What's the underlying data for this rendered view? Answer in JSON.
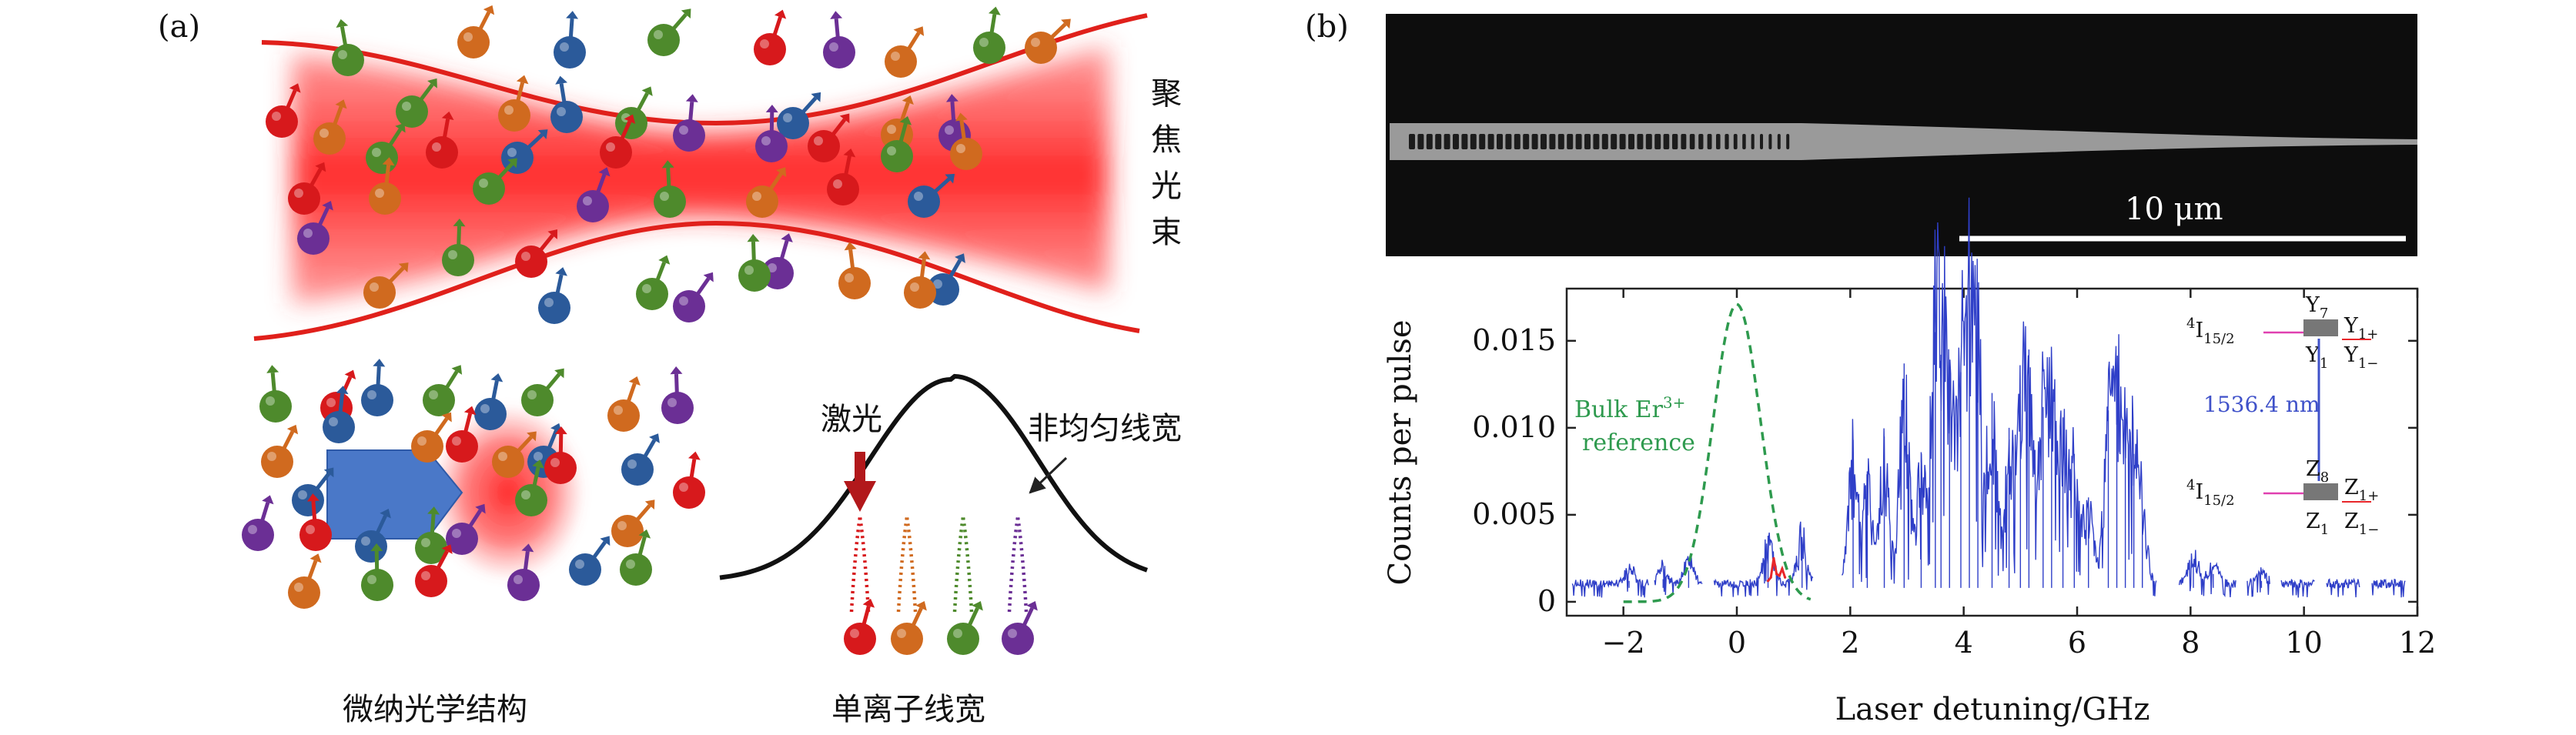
{
  "panel_a": {
    "label": "(a)",
    "beam_label": [
      "聚",
      "焦",
      "光",
      "束"
    ],
    "structure_caption": "微纳光学结构",
    "laser_label": "激光",
    "inhomogeneous_label": "非均匀线宽",
    "single_ion_caption": "单离子线宽",
    "colors": {
      "red": "#d7191c",
      "orange": "#d06a1f",
      "green": "#4e8a2c",
      "blue": "#2b5a9a",
      "purple": "#6b2f95",
      "waveguide": "#4a78c8",
      "beam": "#e0201b",
      "arrow": "#b2181b"
    }
  },
  "panel_b": {
    "label": "(b)",
    "scale_bar_label": "10 μm",
    "spectrum": {
      "xlabel": "Laser detuning/GHz",
      "ylabel": "Counts per pulse",
      "bulk_label_line1": "Bulk Er",
      "bulk_label_sup": "3+",
      "bulk_label_line2": "reference",
      "wavelength": "1536.4 nm",
      "upper_level": {
        "sup": "4",
        "base": "I",
        "sub": "15/2"
      },
      "lower_level": {
        "sup": "4",
        "base": "I",
        "sub": "15/2"
      },
      "upper_states": [
        {
          "base": "Y",
          "sub": "7",
          "suffix": ""
        },
        {
          "base": "Y",
          "sub": "1+",
          "suffix": ""
        },
        {
          "base": "Y",
          "sub": "1",
          "suffix": ""
        },
        {
          "base": "Y",
          "sub": "1−",
          "suffix": ""
        }
      ],
      "lower_states": [
        {
          "base": "Z",
          "sub": "8",
          "suffix": ""
        },
        {
          "base": "Z",
          "sub": "1+",
          "suffix": ""
        },
        {
          "base": "Z",
          "sub": "1",
          "suffix": ""
        },
        {
          "base": "Z",
          "sub": "1−",
          "suffix": ""
        }
      ],
      "colors": {
        "data": "#2f3fc8",
        "highlight": "#e8262a",
        "reference": "#2e9a4e",
        "level_link": "#3f51c9",
        "level_accent": "#e040b0"
      }
    }
  },
  "chart_data": {
    "type": "line",
    "xlabel": "Laser detuning/GHz",
    "ylabel": "Counts per pulse",
    "xlim": [
      -3,
      12
    ],
    "ylim": [
      -0.0008,
      0.018
    ],
    "xticks": [
      -2,
      0,
      2,
      4,
      6,
      8,
      10,
      12
    ],
    "yticks": [
      0,
      0.005,
      0.01,
      0.015
    ],
    "ytick_labels": [
      "0",
      "0.005",
      "0.010",
      "0.015"
    ],
    "reference_gaussian": {
      "center": 0.0,
      "sigma": 0.42,
      "peak": 0.0171,
      "range": [
        -2.0,
        1.3
      ]
    },
    "series": [
      {
        "style": "blue-peaks",
        "x": [
          -1.9,
          -1.3,
          -0.85,
          0.55,
          1.15,
          2.05,
          2.3,
          2.6,
          2.95,
          3.25,
          3.5,
          3.6,
          3.75,
          3.95,
          4.1,
          4.25,
          4.5,
          4.8,
          5.0,
          5.15,
          5.4,
          5.55,
          5.75,
          5.95,
          6.2,
          6.55,
          6.7,
          6.85,
          7.0,
          7.15,
          8.05,
          8.4,
          9.25
        ],
        "values": [
          0.0012,
          0.0013,
          0.0018,
          0.0038,
          0.0035,
          0.0093,
          0.0075,
          0.0095,
          0.0137,
          0.0086,
          0.0155,
          0.0142,
          0.012,
          0.0132,
          0.018,
          0.016,
          0.012,
          0.01,
          0.0108,
          0.0145,
          0.0112,
          0.0128,
          0.0106,
          0.0085,
          0.006,
          0.011,
          0.0116,
          0.0102,
          0.0085,
          0.005,
          0.0022,
          0.0016,
          0.0012
        ]
      },
      {
        "style": "red-segment",
        "x": [
          0.55,
          0.6,
          0.65,
          0.7,
          0.75,
          0.8,
          0.85
        ],
        "values": [
          0.0012,
          0.0014,
          0.0025,
          0.0016,
          0.0015,
          0.0019,
          0.0014
        ]
      }
    ]
  }
}
